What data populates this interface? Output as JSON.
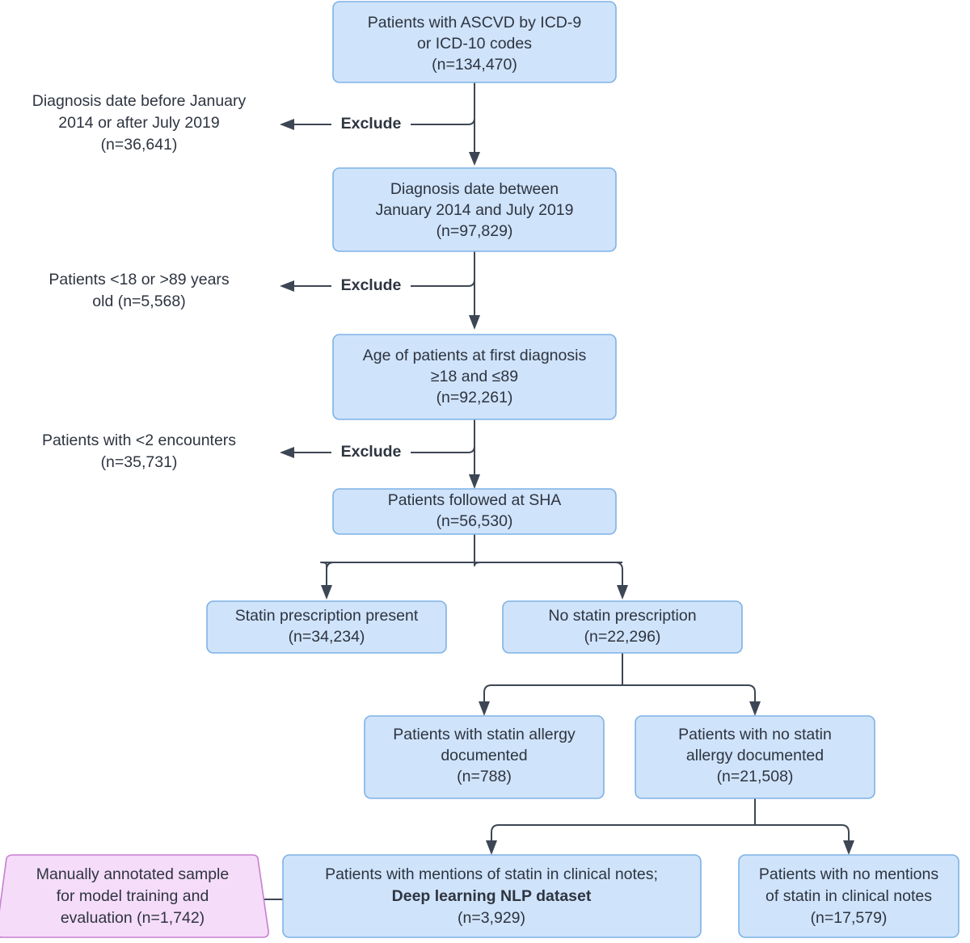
{
  "diagram": {
    "title": "ASCVD patient cohort selection flowchart",
    "type": "flowchart",
    "colors": {
      "node_fill": "#cfe3fa",
      "node_border": "#7fb2e5",
      "annotation_fill": "#f5dcf8",
      "annotation_border": "#c77fd0",
      "edge": "#3d4654",
      "text": "#2e3440",
      "background": "#ffffff"
    }
  },
  "nodes": {
    "ascvd": {
      "lines": [
        "Patients with ASCVD by ICD-9",
        "or ICD-10 codes",
        "(n=134,470)"
      ],
      "count": "134,470",
      "shape": "rounded-rect"
    },
    "date_in_range": {
      "lines": [
        "Diagnosis date between",
        "January 2014 and July 2019",
        "(n=97,829)"
      ],
      "count": "97,829",
      "shape": "rounded-rect"
    },
    "age_in_range": {
      "lines": [
        "Age of patients at first diagnosis",
        "≥18 and ≤89",
        "(n=92,261)"
      ],
      "count": "92,261",
      "shape": "rounded-rect"
    },
    "followed_sha": {
      "lines": [
        "Patients followed at SHA",
        "(n=56,530)"
      ],
      "count": "56,530",
      "shape": "rounded-rect"
    },
    "statin_present": {
      "lines": [
        "Statin prescription present",
        "(n=34,234)"
      ],
      "count": "34,234",
      "shape": "rounded-rect"
    },
    "no_statin": {
      "lines": [
        "No statin prescription",
        "(n=22,296)"
      ],
      "count": "22,296",
      "shape": "rounded-rect"
    },
    "allergy_documented": {
      "lines": [
        "Patients with statin allergy",
        "documented",
        "(n=788)"
      ],
      "count": "788",
      "shape": "rounded-rect"
    },
    "no_allergy_documented": {
      "lines": [
        "Patients with no statin",
        "allergy documented",
        "(n=21,508)"
      ],
      "count": "21,508",
      "shape": "rounded-rect"
    },
    "mentions_statin": {
      "lines": [
        "Patients with mentions of statin in clinical notes;",
        "Deep learning NLP dataset",
        "(n=3,929)"
      ],
      "bold_line_index": 1,
      "count": "3,929",
      "shape": "rounded-rect"
    },
    "no_mentions_statin": {
      "lines": [
        "Patients with no mentions",
        "of statin in clinical notes",
        "(n=17,579)"
      ],
      "count": "17,579",
      "shape": "rounded-rect"
    },
    "manual_sample": {
      "lines": [
        "Manually annotated sample",
        "for model training and",
        "evaluation (n=1,742)"
      ],
      "count": "1,742",
      "shape": "trapezoid"
    }
  },
  "exclusions": {
    "date_out_of_range": {
      "lines": [
        "Diagnosis date before January",
        "2014 or after July 2019",
        "(n=36,641)"
      ],
      "count": "36,641"
    },
    "age_out_of_range": {
      "lines": [
        "Patients <18 or >89 years",
        "old (n=5,568)"
      ],
      "count": "5,568"
    },
    "few_encounters": {
      "lines": [
        "Patients with <2 encounters",
        "(n=35,731)"
      ],
      "count": "35,731"
    }
  },
  "edge_labels": {
    "exclude_1": "Exclude",
    "exclude_2": "Exclude",
    "exclude_3": "Exclude"
  }
}
